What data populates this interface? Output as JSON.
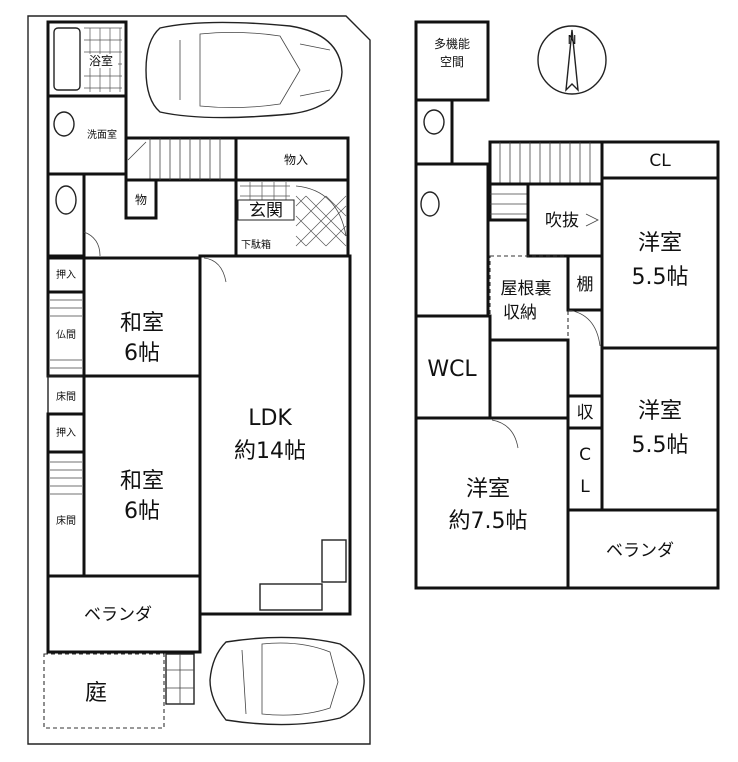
{
  "first_floor": {
    "bath": "浴室",
    "washroom": "洗面室",
    "storage_small": "物",
    "storage_top": "物入",
    "entrance": "玄関",
    "shoe_box": "下駄箱",
    "oshiire_1": "押入",
    "washitsu_1_name": "和室",
    "washitsu_1_size": "6帖",
    "butsuma": "仏間",
    "tokonoma_1": "床間",
    "oshiire_2": "押入",
    "washitsu_2_name": "和室",
    "washitsu_2_size": "6帖",
    "tokonoma_2": "床間",
    "ldk_name": "LDK",
    "ldk_size": "約14帖",
    "veranda": "ベランダ",
    "garden": "庭"
  },
  "second_floor": {
    "multipurpose_1": "多機能",
    "multipurpose_2": "空間",
    "compass_n": "N",
    "closet_cl": "CL",
    "fukinuke": "吹抜",
    "yane_ura_1": "屋根裏",
    "yane_ura_2": "収納",
    "tana": "棚",
    "wcl": "WCL",
    "yoshitsu_a_name": "洋室",
    "yoshitsu_a_size": "5.5帖",
    "shu": "収",
    "cl_c": "C",
    "cl_l": "L",
    "yoshitsu_b_name": "洋室",
    "yoshitsu_b_size": "5.5帖",
    "yoshitsu_c_name": "洋室",
    "yoshitsu_c_size": "約7.5帖",
    "veranda": "ベランダ"
  }
}
